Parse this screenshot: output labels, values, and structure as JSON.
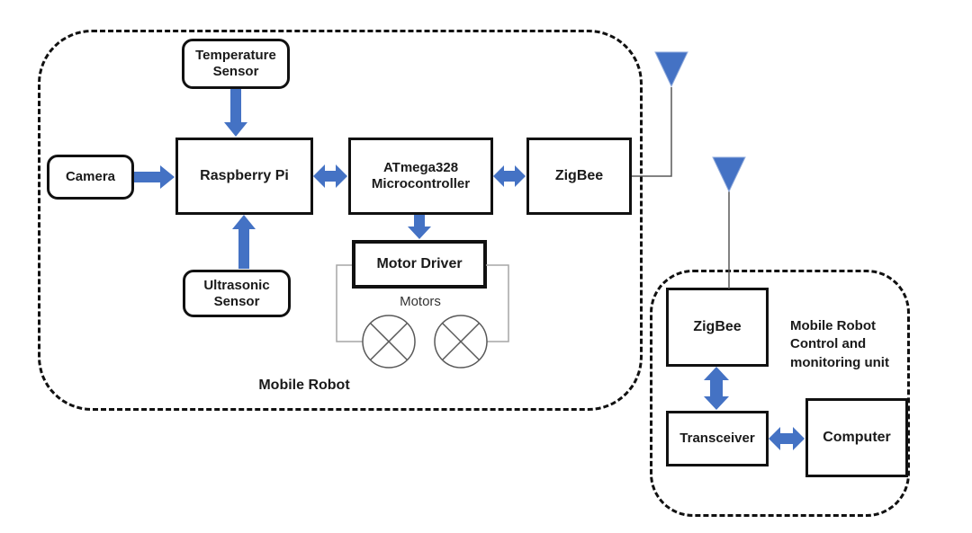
{
  "colors": {
    "arrow_blue": "#4472C4",
    "box_border": "#111111",
    "boundary_dash": "#111111",
    "wire_gray": "#a6a6a6",
    "motor_symbol_stroke": "#595959"
  },
  "robot_unit": {
    "label": "Mobile Robot",
    "temperature_sensor": "Temperature Sensor",
    "camera": "Camera",
    "raspberry_pi": "Raspberry Pi",
    "microcontroller": "ATmega328 Microcontroller",
    "zigbee": "ZigBee",
    "ultrasonic_sensor": "Ultrasonic Sensor",
    "motor_driver": "Motor Driver",
    "motors": "Motors"
  },
  "control_unit": {
    "label": "Mobile Robot Control and monitoring unit",
    "zigbee": "ZigBee",
    "transceiver": "Transceiver",
    "computer": "Computer"
  }
}
